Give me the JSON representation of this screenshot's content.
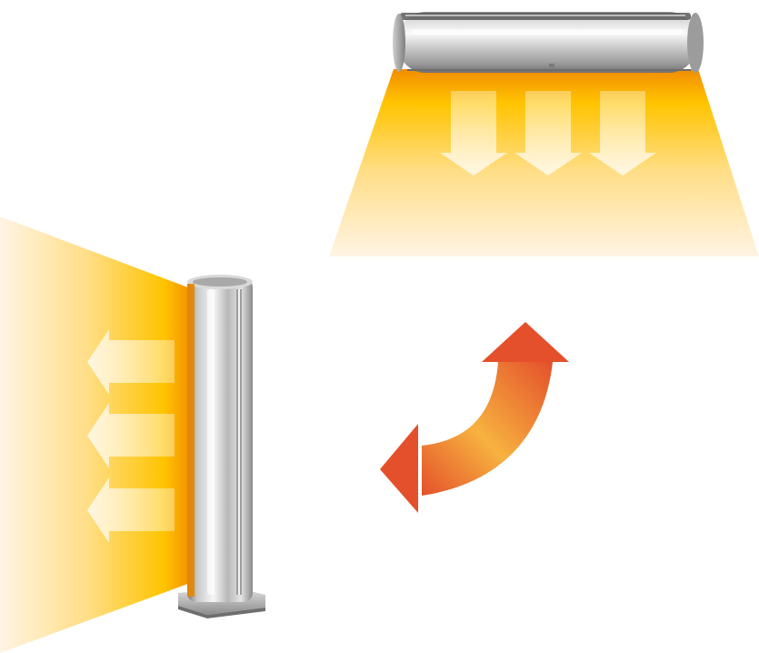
{
  "illustration": {
    "horizontal_unit": {
      "airflow_direction": "down",
      "airflow_arrow_count": 3
    },
    "vertical_unit": {
      "airflow_direction": "left",
      "airflow_arrow_count": 3
    },
    "rotation_indicator": {
      "icon": "curved-double-arrow-icon",
      "meaning": "rotate-orientation"
    },
    "colors": {
      "heat_orange": "#F28C00",
      "heat_yellow": "#FFC400",
      "heat_light": "#FFF1DC",
      "arrow_red": "#E4502B",
      "arrow_orange": "#F4A23A",
      "steel_light": "#F4F4F4",
      "steel_mid": "#BEBEBE",
      "steel_dark": "#8C8C8C"
    }
  }
}
